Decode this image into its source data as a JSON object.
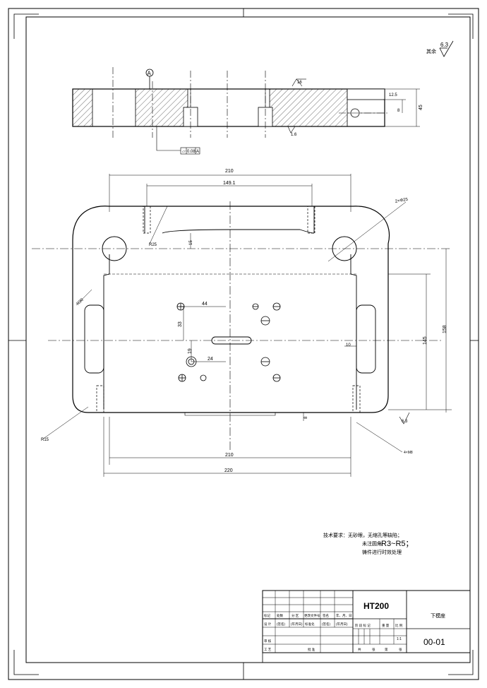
{
  "drawing": {
    "material": "HT200",
    "part_name": "下模座",
    "drawing_no": "00-01",
    "scale": "1:1"
  },
  "surface_finish": {
    "rest_label": "其余",
    "rest_value": "6.3",
    "callout_right": "6.3"
  },
  "tech_requirements": {
    "heading": "技术要求：无砂眼，无缩孔等缺陷；",
    "line2_prefix": "未注圆角",
    "line2_value": "R3~R5；",
    "line3": "铸件进行时效处理"
  },
  "side_view": {
    "datum": "A",
    "flatness": "0.08",
    "dim_16": "16",
    "dim_12_5": "12.5",
    "dim_45": "45",
    "dim_8": "8",
    "rough_1_6": "1.6"
  },
  "plan_view": {
    "dim_210_top": "210",
    "dim_149": "149.1",
    "hole_note": "2×Φ25",
    "dim_r25": "R25",
    "dim_15": "15",
    "dim_r30": "R30",
    "dim_44": "44",
    "dim_33": "33",
    "dim_19": "19",
    "dim_24": "24",
    "dim_10": "10",
    "dim_145": "145",
    "dim_150": "158",
    "dim_r15": "R15",
    "dim_210_bottom": "210",
    "dim_220": "220",
    "dim_8": "8",
    "slot_note": "4×M8"
  },
  "title_block": {
    "row_headers": [
      "标记",
      "处数",
      "分 区",
      "更改文件号",
      "签名",
      "年、月、日"
    ],
    "row2": [
      "设 计",
      "(签名)",
      "(年月日)",
      "标准化",
      "(签名)",
      "(年月日)"
    ],
    "stage_headers": [
      "阶 段 标 记",
      "重 量",
      "比 例"
    ],
    "review": "审 核",
    "process": "工 艺",
    "approve": "批 准",
    "sheets": [
      "共",
      "张",
      "第",
      "张"
    ]
  }
}
